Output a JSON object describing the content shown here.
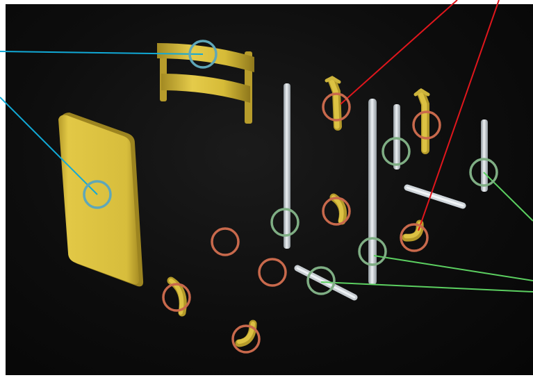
{
  "colors": {
    "background": "#0b0b0b",
    "wood_part": "#d8be3c",
    "wood_part_shadow": "#9c8420",
    "metal_part": "#c9d0d6",
    "metal_part_shadow": "#7f8890",
    "circle_wood_fastener": "#c8694c",
    "circle_metal": "#7fae84",
    "circle_panel": "#5fa7b8",
    "leader_red": "#e0161c",
    "leader_cyan": "#11a9d6",
    "leader_green": "#5cd061"
  },
  "parts": {
    "backrest": "backrest-part",
    "seat_panel": "seat-panel-part",
    "metal_rods": "metal-rod-part",
    "bent_connectors": "bent-connector-part"
  },
  "annotations": {
    "circle_groups": [
      "wood-fastener",
      "metal-component",
      "panel-component"
    ],
    "leader_groups": [
      "red-leader",
      "cyan-leader",
      "green-leader"
    ]
  }
}
